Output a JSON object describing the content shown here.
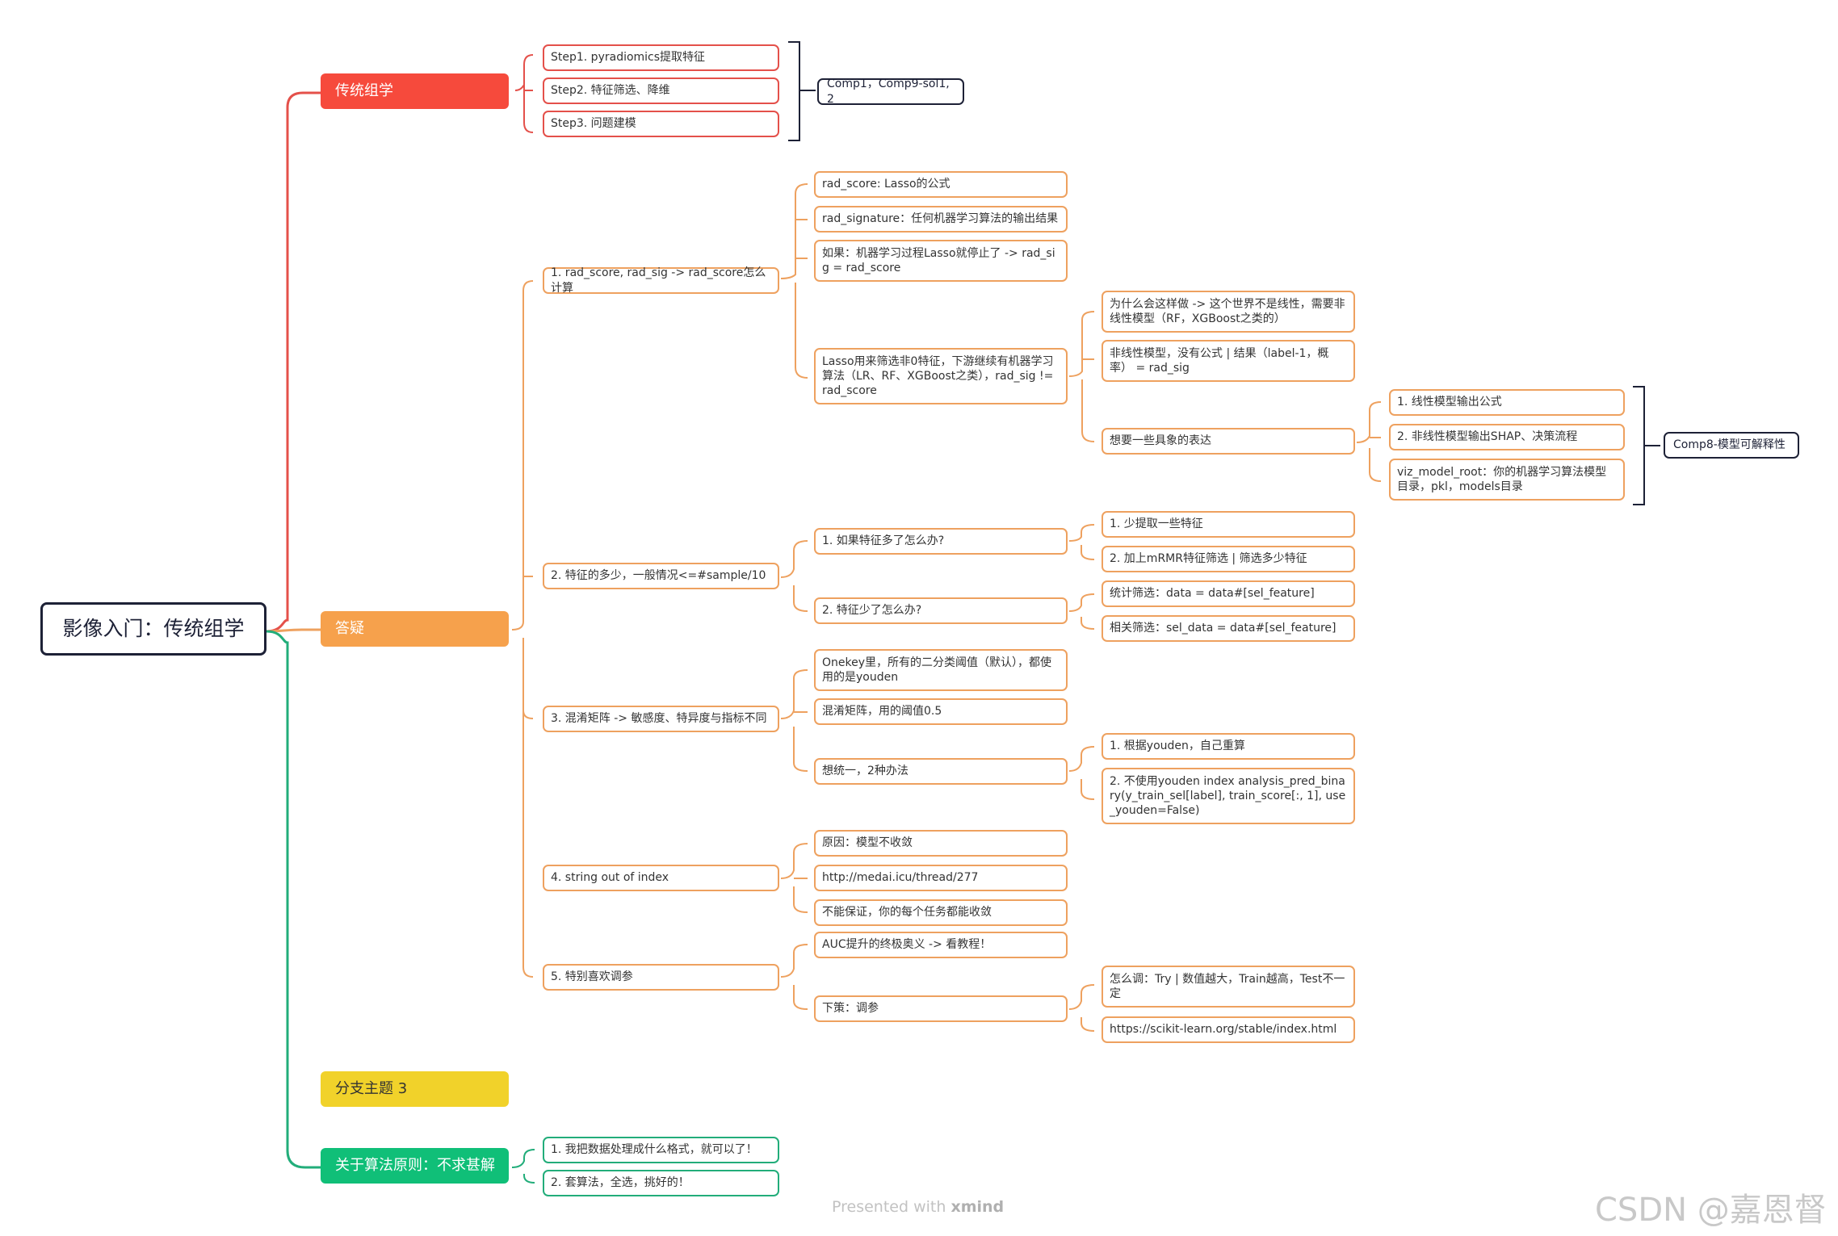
{
  "root": "影像入门：传统组学",
  "colors": {
    "red": "#f64a3c",
    "orange": "#f6a14c",
    "yellow": "#f1d22a",
    "green": "#10bf78",
    "dark": "#1d2136"
  },
  "branches": [
    {
      "label": "传统组学",
      "children": [
        "Step1. pyradiomics提取特征",
        "Step2. 特征筛选、降维",
        "Step3. 问题建模"
      ],
      "summary": "Comp1，Comp9-sol1,2"
    },
    {
      "label": "答疑",
      "q1": {
        "label": "1. rad_score, rad_sig -> rad_score怎么计算",
        "children": [
          "rad_score: Lasso的公式",
          "rad_signature：任何机器学习算法的输出结果",
          "如果：机器学习过程Lasso就停止了 -> rad_sig = rad_score",
          "Lasso用来筛选非0特征，下游继续有机器学习算法（LR、RF、XGBoost之类），rad_sig != rad_score"
        ],
        "lasso_children": [
          "为什么会这样做 -> 这个世界不是线性，需要非线性模型（RF，XGBoost之类的）",
          "非线性模型，没有公式 | 结果（label-1，概率） = rad_sig",
          "想要一些具象的表达"
        ],
        "concrete_children": [
          "1. 线性模型输出公式",
          "2. 非线性模型输出SHAP、决策流程",
          "viz_model_root：你的机器学习算法模型目录，pkl，models目录"
        ],
        "summary": "Comp8-模型可解释性"
      },
      "q2": {
        "label": "2. 特征的多少，一般情况<=#sample/10",
        "children": [
          "1. 如果特征多了怎么办?",
          "2. 特征少了怎么办?"
        ],
        "many": [
          "1. 少提取一些特征",
          "2. 加上mRMR特征筛选 | 筛选多少特征"
        ],
        "few": [
          "统计筛选：data = data#[sel_feature]",
          "相关筛选：sel_data = data#[sel_feature]"
        ]
      },
      "q3": {
        "label": "3. 混淆矩阵 -> 敏感度、特异度与指标不同",
        "children": [
          "Onekey里，所有的二分类阈值（默认），都使用的是youden",
          "混淆矩阵，用的阈值0.5",
          "想统一，2种办法"
        ],
        "unify": [
          "1. 根据youden，自己重算",
          "2. 不使用youden index analysis_pred_binary(y_train_sel[label], train_score[:, 1], use_youden=False)"
        ]
      },
      "q4": {
        "label": "4. string out of index",
        "children": [
          "原因：模型不收敛",
          "http://medai.icu/thread/277",
          "不能保证，你的每个任务都能收敛"
        ]
      },
      "q5": {
        "label": "5. 特别喜欢调参",
        "children": [
          "AUC提升的终极奥义 -> 看教程！",
          "下策：调参"
        ],
        "tune": [
          "怎么调：Try | 数值越大，Train越高，Test不一定",
          "https://scikit-learn.org/stable/index.html"
        ]
      }
    },
    {
      "label": "分支主题 3"
    },
    {
      "label": "关于算法原则：不求甚解",
      "children": [
        "1. 我把数据处理成什么格式，就可以了！",
        "2. 套算法，全选，挑好的！"
      ]
    }
  ],
  "watermark": {
    "presented": "Presented with ",
    "brand": "xmind",
    "csdn": "CSDN @嘉恩督"
  }
}
